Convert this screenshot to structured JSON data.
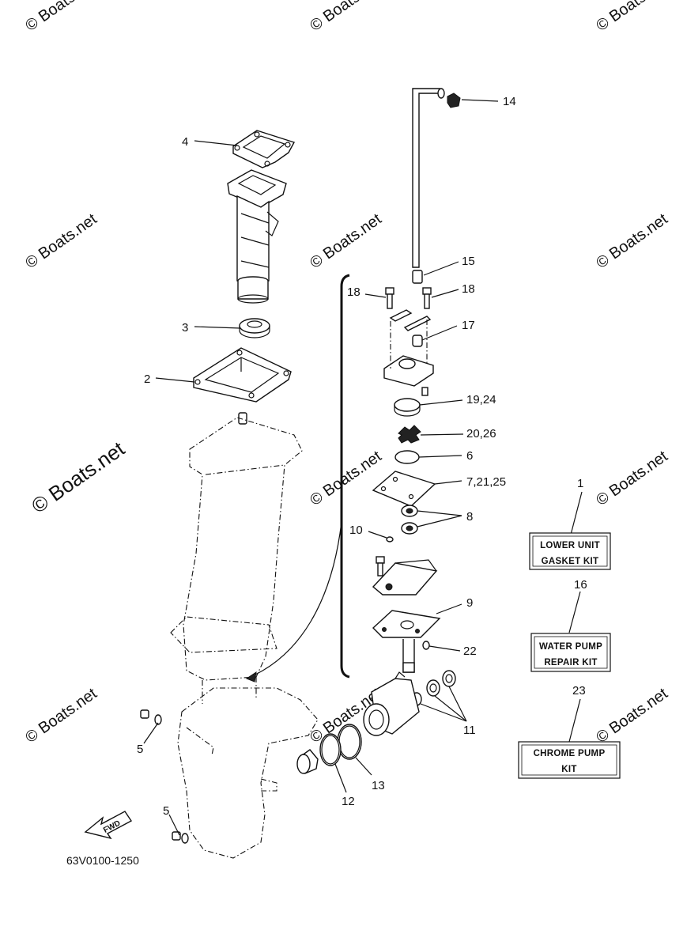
{
  "watermark": {
    "text": "© Boats.net"
  },
  "diagram_code": "63V0100-1250",
  "fwd_label": "FWD",
  "callouts": [
    {
      "id": "c1",
      "text": "1"
    },
    {
      "id": "c2",
      "text": "2"
    },
    {
      "id": "c3",
      "text": "3"
    },
    {
      "id": "c4",
      "text": "4"
    },
    {
      "id": "c5a",
      "text": "5"
    },
    {
      "id": "c5b",
      "text": "5"
    },
    {
      "id": "c6",
      "text": "6"
    },
    {
      "id": "c7",
      "text": "7,21,25"
    },
    {
      "id": "c8",
      "text": "8"
    },
    {
      "id": "c9",
      "text": "9"
    },
    {
      "id": "c10",
      "text": "10"
    },
    {
      "id": "c11",
      "text": "11"
    },
    {
      "id": "c12",
      "text": "12"
    },
    {
      "id": "c13",
      "text": "13"
    },
    {
      "id": "c14",
      "text": "14"
    },
    {
      "id": "c15",
      "text": "15"
    },
    {
      "id": "c16",
      "text": "16"
    },
    {
      "id": "c17",
      "text": "17"
    },
    {
      "id": "c18a",
      "text": "18"
    },
    {
      "id": "c18b",
      "text": "18"
    },
    {
      "id": "c19",
      "text": "19,24"
    },
    {
      "id": "c20",
      "text": "20,26"
    },
    {
      "id": "c22",
      "text": "22"
    },
    {
      "id": "c23",
      "text": "23"
    }
  ],
  "kits": [
    {
      "line1": "LOWER UNIT",
      "line2": "GASKET KIT"
    },
    {
      "line1": "WATER PUMP",
      "line2": "REPAIR KIT"
    },
    {
      "line1": "CHROME PUMP",
      "line2": "KIT"
    }
  ]
}
